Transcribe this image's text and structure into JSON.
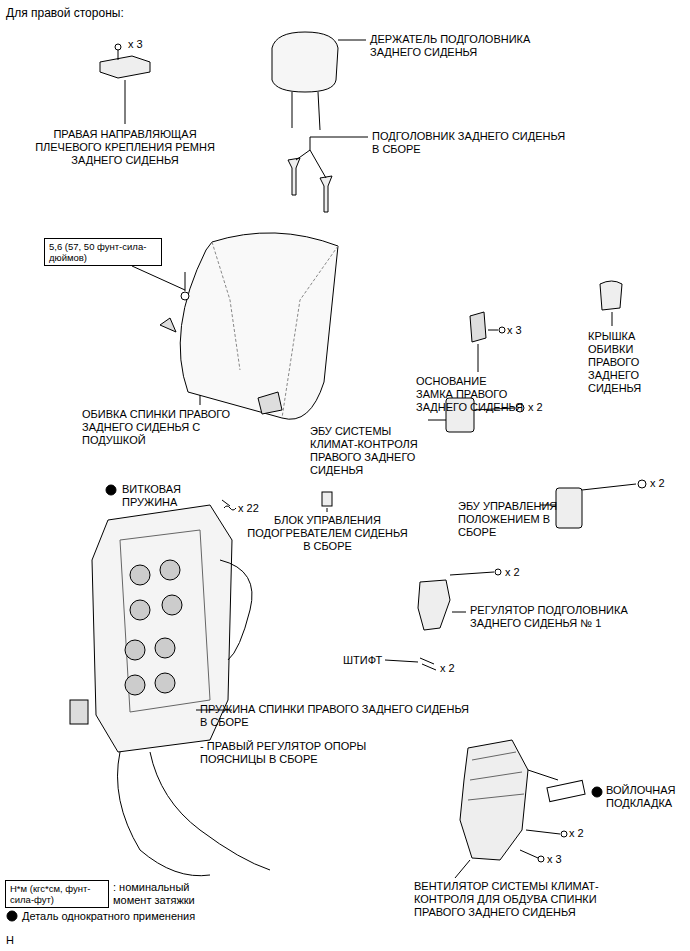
{
  "diagram": {
    "title": "Для правой стороны:",
    "nodes": [
      {
        "text": [
          "5,6 (57, 50 фунт-сила-дюймов)"
        ]
      },
      {
        "text": [
          "Н*м (кгс*см, фунт-сила-фут)"
        ]
      }
    ],
    "labels": [
      "x 3",
      "ПРАВАЯ НАПРАВЛЯЮЩАЯ ПЛЕЧЕВОГО КРЕПЛЕНИЯ РЕМНЯ ЗАДНЕГО СИДЕНЬЯ",
      "ДЕРЖАТЕЛЬ ПОДГОЛОВНИКА ЗАДНЕГО СИДЕНЬЯ",
      "ПОДГОЛОВНИК ЗАДНЕГО СИДЕНЬЯ В СБОРЕ",
      "x 3",
      "ОСНОВАНИЕ ЗАМКА ПРАВОГО ЗАДНЕГО СИДЕНЬЯ",
      "КРЫШКА ОБИВКИ ПРАВОГО ЗАДНЕГО СИДЕНЬЯ",
      "ОБИВКА СПИНКИ ПРАВОГО ЗАДНЕГО СИДЕНЬЯ С ПОДУШКОЙ",
      "x 2",
      "ЭБУ СИСТЕМЫ КЛИМАТ-КОНТРОЛЯ ПРАВОГО ЗАДНЕГО СИДЕНЬЯ",
      "ВИТКОВАЯ ПРУЖИНА",
      "x 22",
      "x 2",
      "ЭБУ УПРАВЛЕНИЯ ПОЛОЖЕНИЕМ В СБОРЕ",
      "БЛОК УПРАВЛЕНИЯ ПОДОГРЕВАТЕЛЕМ СИДЕНЬЯ В СБОРЕ",
      "x 2",
      "РЕГУЛЯТОР ПОДГОЛОВНИКА ЗАДНЕГО СИДЕНЬЯ № 1",
      "ШТИФТ",
      "x 2",
      "ПРУЖИНА СПИНКИ ПРАВОГО ЗАДНЕГО СИДЕНЬЯ В СБОРЕ",
      "- ПРАВЫЙ РЕГУЛЯТОР ОПОРЫ ПОЯСНИЦЫ В СБОРЕ",
      "x 2",
      "ВОЙЛОЧНАЯ ПОДКЛАДКА",
      "x 3",
      "ВЕНТИЛЯТОР СИСТЕМЫ КЛИМАТ-КОНТРОЛЯ ДЛЯ ОБДУВА СПИНКИ ПРАВОГО ЗАДНЕГО СИДЕНЬЯ",
      "H"
    ],
    "legend": [
      {
        "text": ": номинальный момент затяжки"
      },
      {
        "text": "Деталь однократного применения"
      }
    ]
  }
}
